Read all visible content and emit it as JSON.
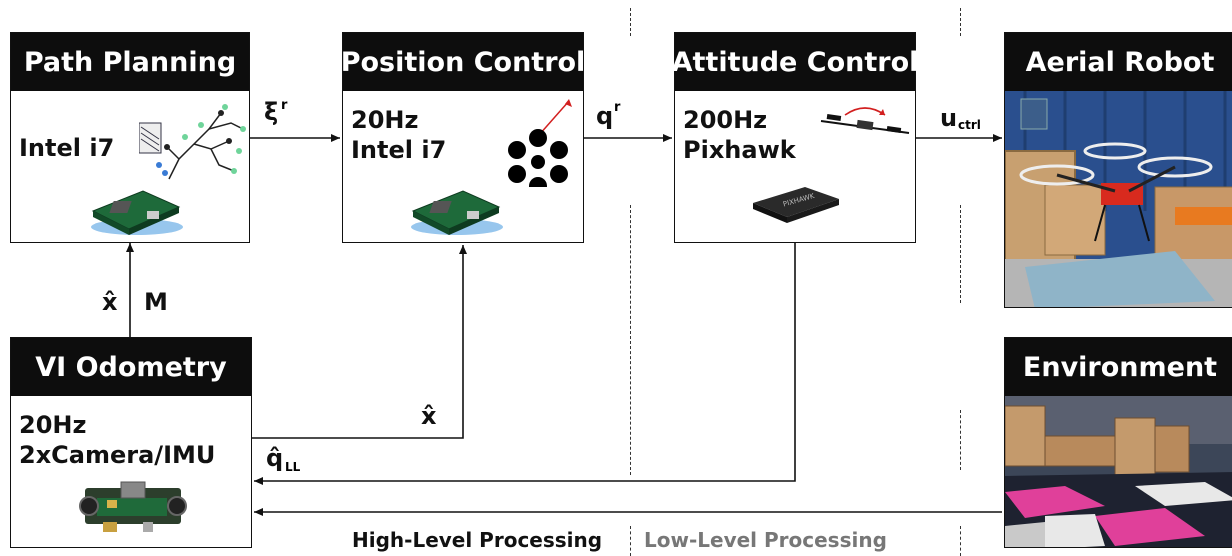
{
  "blocks": {
    "path_planning": {
      "title": "Path Planning",
      "body": "Intel i7"
    },
    "position_control": {
      "title": "Position Control",
      "body": "20Hz\nIntel i7"
    },
    "attitude_control": {
      "title": "Attitude Control",
      "body": "200Hz\nPixhawk"
    },
    "vi_odometry": {
      "title": "VI Odometry",
      "body": "20Hz\n2xCamera/IMU"
    },
    "aerial_robot": {
      "title": "Aerial Robot"
    },
    "environment": {
      "title": "Environment"
    }
  },
  "signals": {
    "xi_ref": "ξ",
    "xi_ref_sup": "r",
    "q_ref": "q",
    "q_ref_sup": "r",
    "u_ctrl": "u",
    "u_ctrl_sub": "ctrl",
    "x_hat_up": "x̂",
    "map": "M",
    "x_hat_bottom": "x̂",
    "q_ll": "q̂",
    "q_ll_sub": "LL"
  },
  "labels": {
    "high_level": "High-Level Processing",
    "low_level": "Low-Level Processing"
  },
  "colors": {
    "title_bg": "#0d0d0d",
    "high_level_text": "#111111",
    "low_level_text": "#777777",
    "robot_arrow": "#d21f1f",
    "curtain": "#2a4f8e"
  }
}
